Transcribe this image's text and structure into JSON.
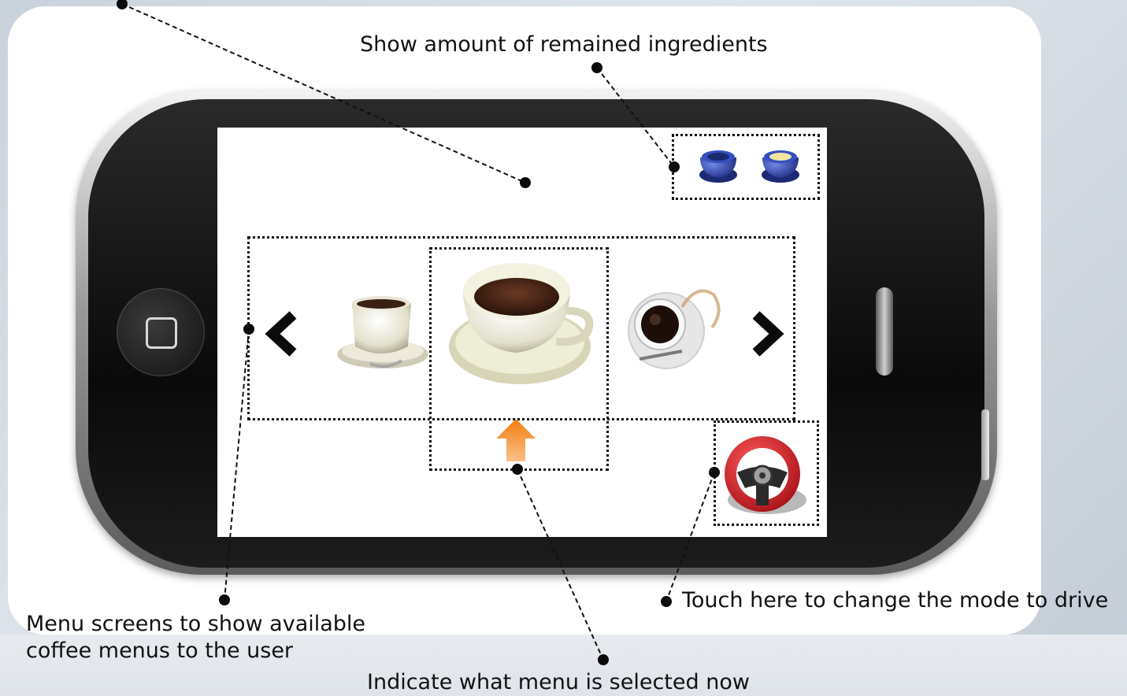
{
  "callouts": {
    "ingredients": "Show amount of remained ingredients",
    "menu_line1": "Menu screens to show available",
    "menu_line2": "coffee menus to the user",
    "drive": "Touch here to change the mode to drive",
    "selected": "Indicate what menu is selected now"
  },
  "icons": {
    "prev": "chevron-left-icon",
    "next": "chevron-right-icon",
    "cup_left": "coffee-cup-icon",
    "cup_center": "coffee-cup-icon",
    "cup_right": "coffee-cup-icon",
    "ingredient_1": "ingredient-container-icon",
    "ingredient_2": "ingredient-container-icon",
    "selection_arrow": "up-arrow-icon",
    "drive": "steering-wheel-icon"
  },
  "colors": {
    "arrow_orange": "#f08a1e",
    "wheel_red": "#d8262b",
    "ingredient_blue": "#2f44a3",
    "ingredient_yellow": "#f0e6a0"
  }
}
